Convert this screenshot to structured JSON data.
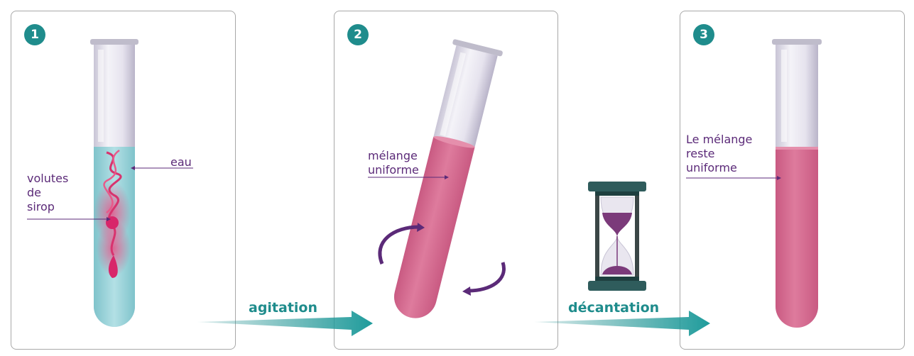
{
  "panels": [
    {
      "number": "1",
      "labels": {
        "left": "volutes\nde\nsirop",
        "right": "eau"
      }
    },
    {
      "number": "2",
      "labels": {
        "left": "mélange\nuniforme"
      }
    },
    {
      "number": "3",
      "labels": {
        "left": "Le mélange\nreste\nuniforme"
      }
    }
  ],
  "steps": {
    "first": "agitation",
    "second": "décantation"
  },
  "colors": {
    "accent": "#1f8c8c",
    "label": "#5b2a78",
    "water": "#8fcfd6",
    "syrup": "#e0457a",
    "mixture": "#d46a8e",
    "hourglass_sand": "#7b3a7a",
    "hourglass_frame": "#2f5c5c"
  }
}
